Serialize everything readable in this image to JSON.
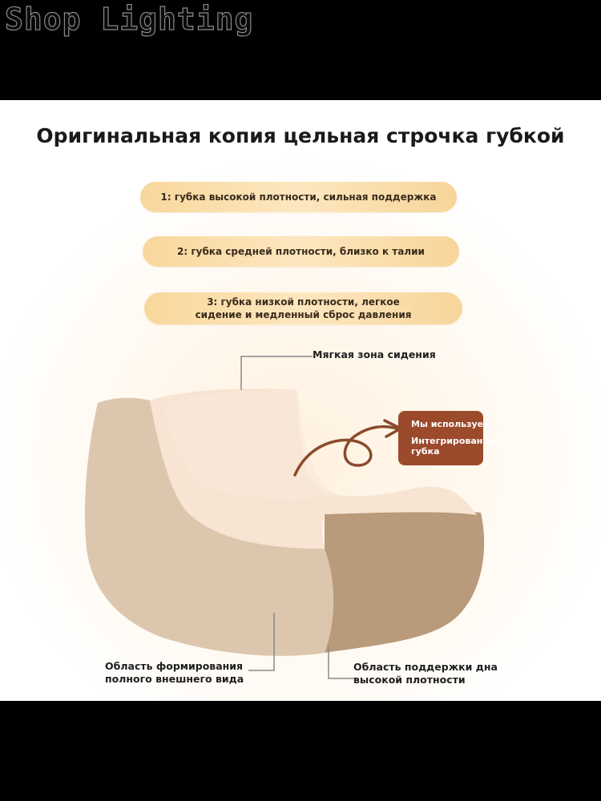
{
  "watermark": "Shop Lighting",
  "title": "Оригинальная копия цельная строчка губкой",
  "layers": [
    {
      "label": "1: губка высокой плотности, сильная поддержка"
    },
    {
      "label": "2: губка средней плотности, близко к талии"
    },
    {
      "label": "3: губка низкой плотности, легкое сидение и медленный сброс давления"
    }
  ],
  "callouts": {
    "seat_zone": "Мягкая зона сидения",
    "outer_shape": "Область формирования полного внешнего вида",
    "base_support": "Область поддержки дна высокой плотности"
  },
  "badge": {
    "line1": "Мы используем",
    "line2": "Интегрированная губка"
  },
  "colors": {
    "accent_badge": "#9b4a2c",
    "pill": "#f8d79c",
    "sofa_side": "#dcc7ae",
    "sofa_cushion": "#f7e4d2",
    "sofa_base": "#b99a7a"
  }
}
